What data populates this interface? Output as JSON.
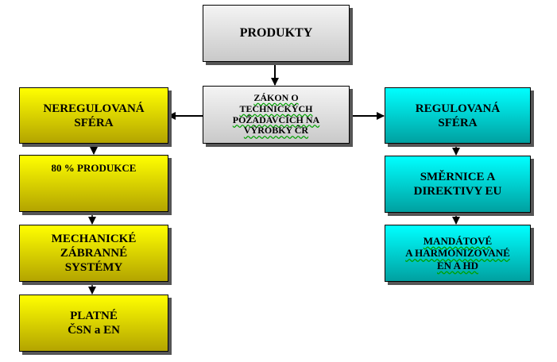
{
  "diagram": {
    "products": "PRODUKTY",
    "law": "ZÁKON O\nTECHNICKÝCH\nPOŽADAVCÍCH NA\nVÝROBKY ČR",
    "left": {
      "sphere": "NEREGULOVANÁ\nSFÉRA",
      "production": "80 % PRODUKCE",
      "systems": "MECHANICKÉ\nZÁBRANNÉ\nSYSTÉMY",
      "standards": "PLATNÉ\nČSN a EN"
    },
    "right": {
      "sphere": "REGULOVANÁ\nSFÉRA",
      "directives": "SMĚRNICE A\nDIREKTIVY EU",
      "mandated": "MANDÁTOVÉ\nA HARMONIZOVANÉ\nEN A HD"
    }
  }
}
